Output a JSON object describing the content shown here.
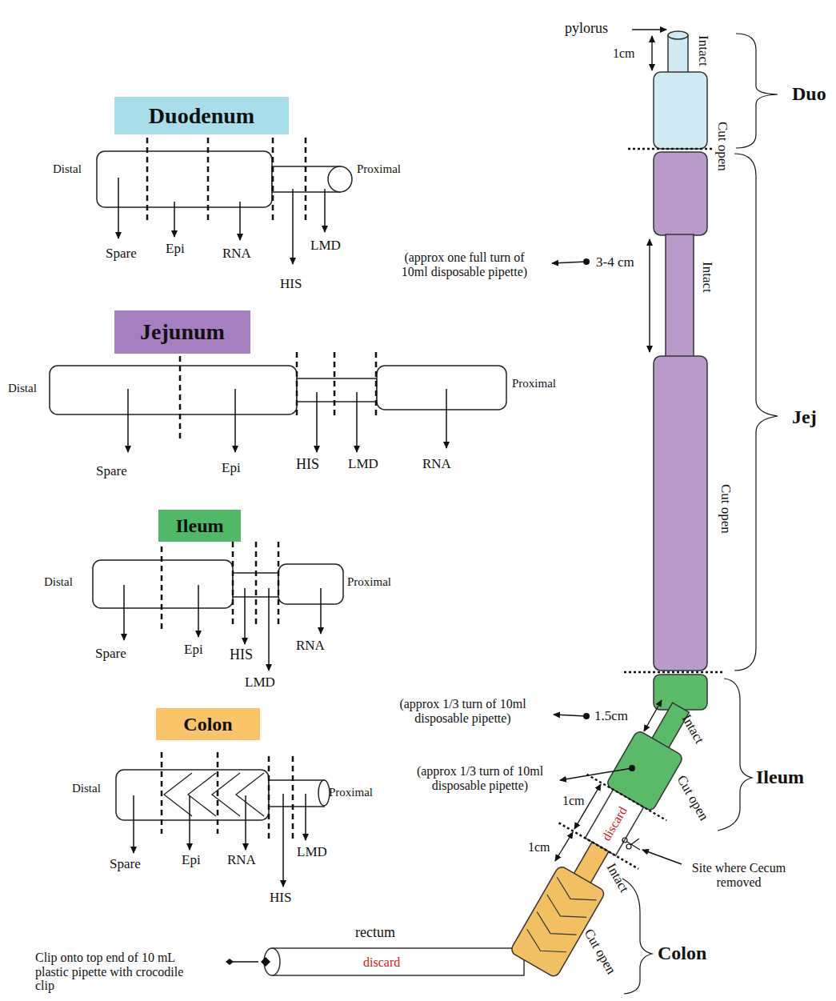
{
  "diagram": {
    "nodes": [
      {
        "text": [
          "Duodenum"
        ]
      },
      {
        "text": [
          "Jejunum"
        ]
      },
      {
        "text": [
          "Ileum"
        ]
      },
      {
        "text": [
          "Colon"
        ]
      }
    ],
    "labels": [
      "Distal",
      "Proximal",
      "Spare",
      "Epi",
      "RNA",
      "LMD",
      "HIS",
      "Distal",
      "Proximal",
      "Spare",
      "Epi",
      "HIS",
      "LMD",
      "RNA",
      "Distal",
      "Proximal",
      "Spare",
      "Epi",
      "HIS",
      "LMD",
      "RNA",
      "Distal",
      "Proximal",
      "Spare",
      "Epi",
      "RNA",
      "LMD",
      "HIS",
      "pylorus",
      "1cm",
      "Intact",
      "Cut open",
      "Duo",
      "(approx one full turn of 10ml disposable pipette)",
      "3-4 cm",
      "Intact",
      "Cut open",
      "Jej",
      "(approx 1/3 turn of 10ml disposable pipette)",
      "1.5cm",
      "Intact",
      "(approx 1/3 turn of 10ml disposable pipette)",
      "Cut open",
      "Ileum",
      "1cm",
      "discard",
      "1cm",
      "Site where Cecum removed",
      "Intact",
      "Cut open",
      "Colon",
      "rectum",
      "discard",
      "Clip onto top end of 10 mL plastic pipette with crocodile clip"
    ]
  }
}
